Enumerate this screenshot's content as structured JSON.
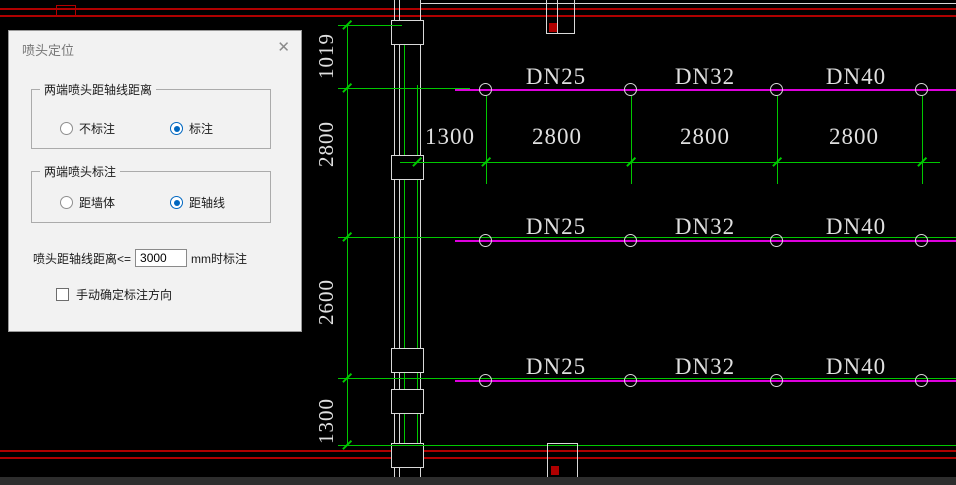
{
  "dialog": {
    "title": "喷头定位",
    "close": "✕",
    "groups": [
      {
        "legend": "两端喷头距轴线距离",
        "options": [
          {
            "label": "不标注",
            "selected": false
          },
          {
            "label": "标注",
            "selected": true
          }
        ]
      },
      {
        "legend": "两端喷头标注",
        "options": [
          {
            "label": "距墙体",
            "selected": false
          },
          {
            "label": "距轴线",
            "selected": true
          }
        ]
      }
    ],
    "threshold": {
      "prefix": "喷头距轴线距离<=",
      "value": "3000",
      "suffix": "mm时标注"
    },
    "manual_checkbox": {
      "label": "手动确定标注方向",
      "checked": false
    }
  },
  "drawing": {
    "pipe_rows": [
      {
        "labels": [
          "DN25",
          "DN32",
          "DN40"
        ]
      },
      {
        "labels": [
          "DN25",
          "DN32",
          "DN40"
        ]
      },
      {
        "labels": [
          "DN25",
          "DN32",
          "DN40"
        ]
      }
    ],
    "horizontal_dims": [
      "1300",
      "2800",
      "2800",
      "2800"
    ],
    "vertical_dims": [
      "1019",
      "2800",
      "2600",
      "1300"
    ],
    "colors": {
      "background": "#000000",
      "pipe": "#dd00dd",
      "axis": "#00c800",
      "boundary": "#b00000",
      "wall": "#d9d9d9",
      "text": "#e0e0e0",
      "accent": "#0067c0"
    }
  }
}
